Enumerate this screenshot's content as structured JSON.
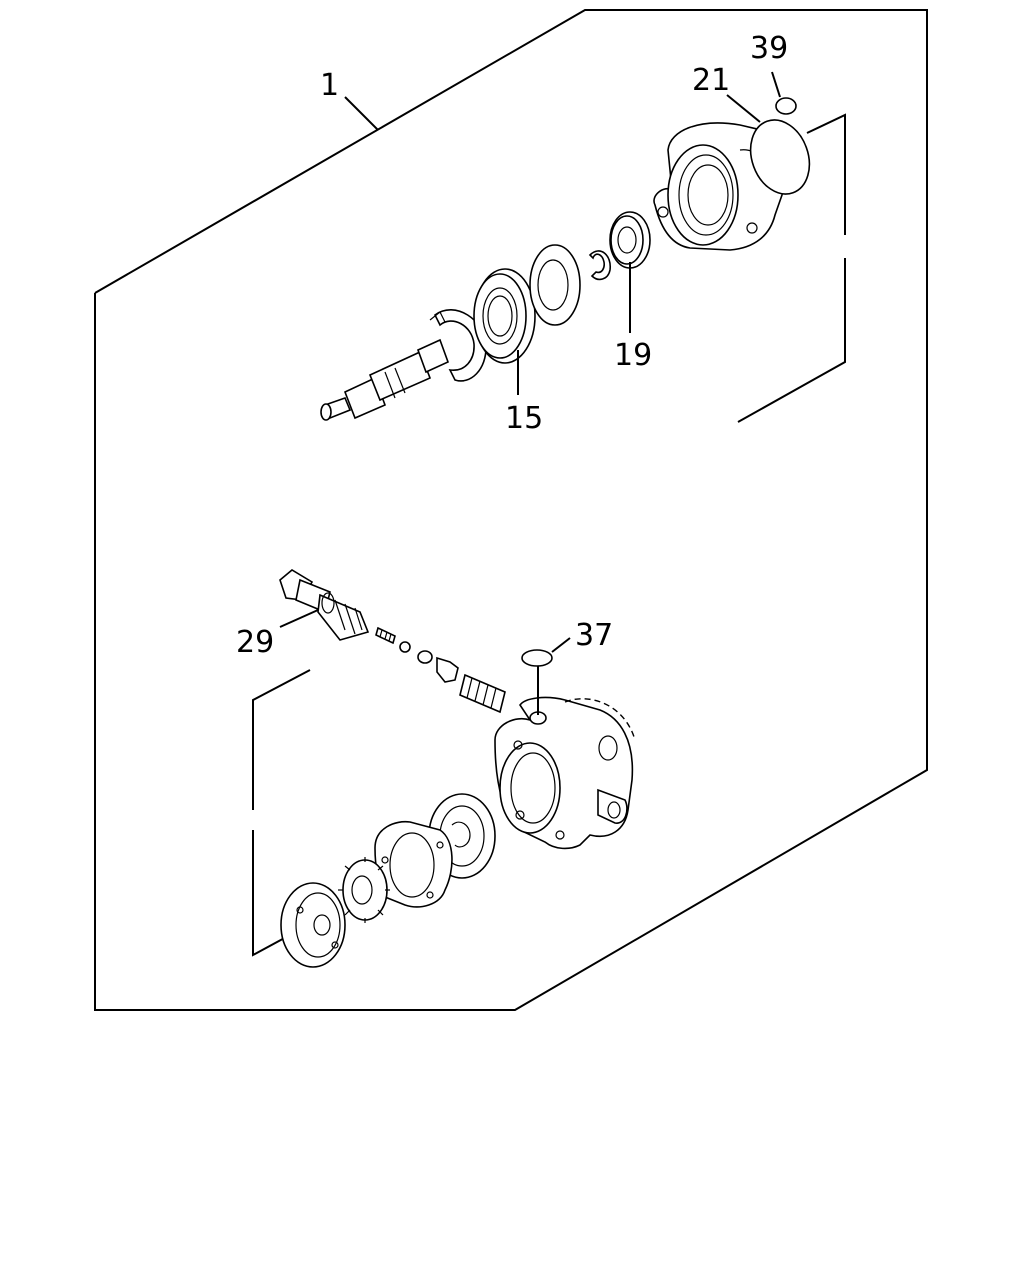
{
  "callouts": {
    "c1": "1",
    "c15": "15",
    "c19": "19",
    "c21": "21",
    "c29": "29",
    "c37": "37",
    "c39": "39"
  },
  "colors": {
    "line": "#000000",
    "background": "#ffffff"
  }
}
